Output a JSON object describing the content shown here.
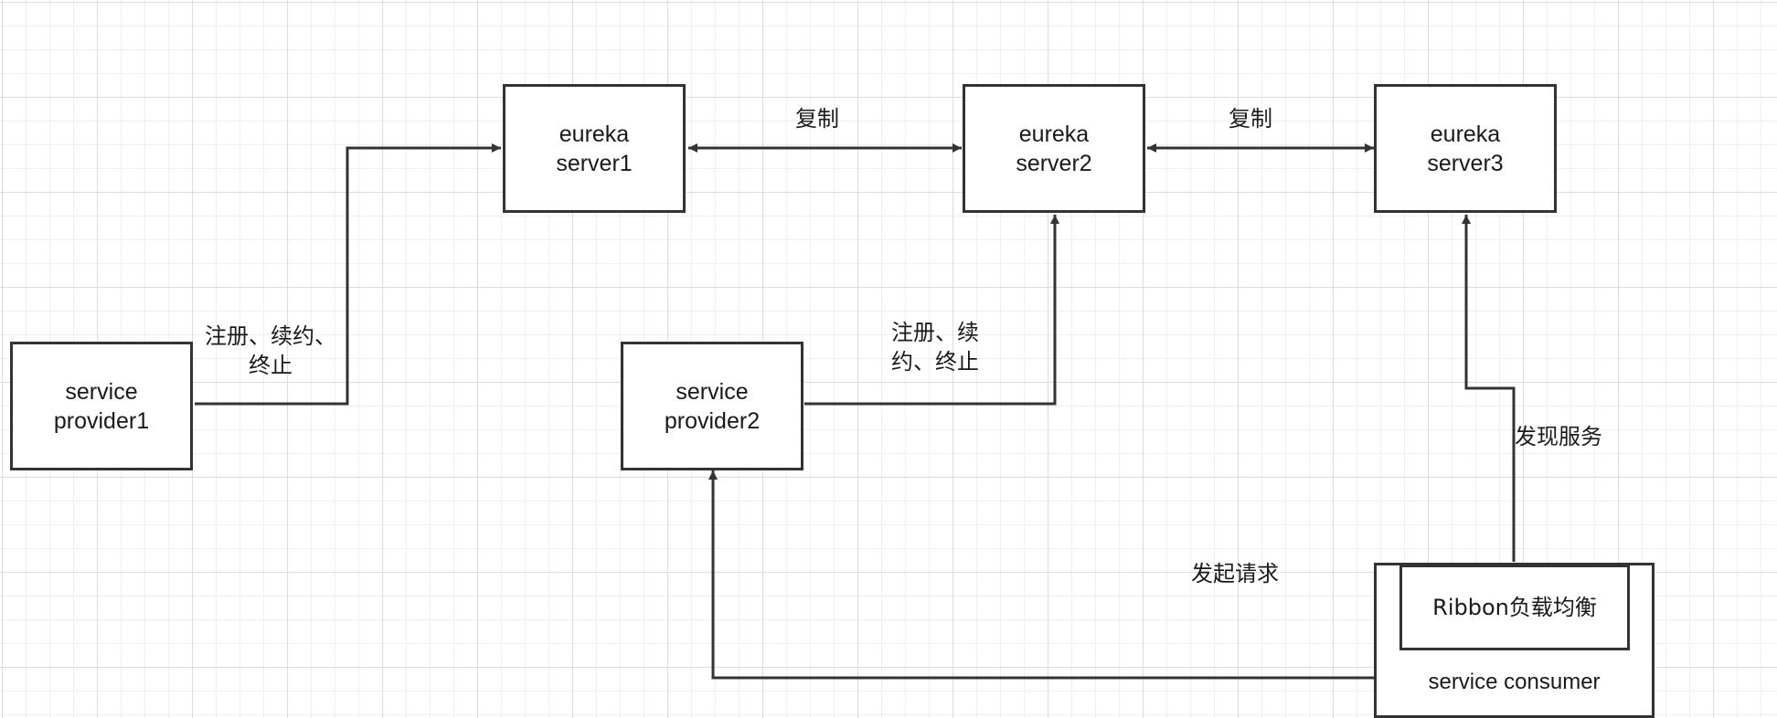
{
  "nodes": {
    "server1": {
      "line1": "eureka",
      "line2": "server1"
    },
    "server2": {
      "line1": "eureka",
      "line2": "server2"
    },
    "server3": {
      "line1": "eureka",
      "line2": "server3"
    },
    "provider1": {
      "line1": "service",
      "line2": "provider1"
    },
    "provider2": {
      "line1": "service",
      "line2": "provider2"
    },
    "consumer": {
      "label": "service consumer",
      "ribbon": "Ribbon负载均衡"
    }
  },
  "edge_labels": {
    "replicate_1_2": "复制",
    "replicate_2_3": "复制",
    "provider1_register_line1": "注册、续约、",
    "provider1_register_line2": "终止",
    "provider2_register_line1": "注册、续",
    "provider2_register_line2": "约、终止",
    "discover_service": "发现服务",
    "send_request": "发起请求"
  },
  "colors": {
    "line": "#333333",
    "grid": "#dcdcdc",
    "background": "#ffffff"
  }
}
